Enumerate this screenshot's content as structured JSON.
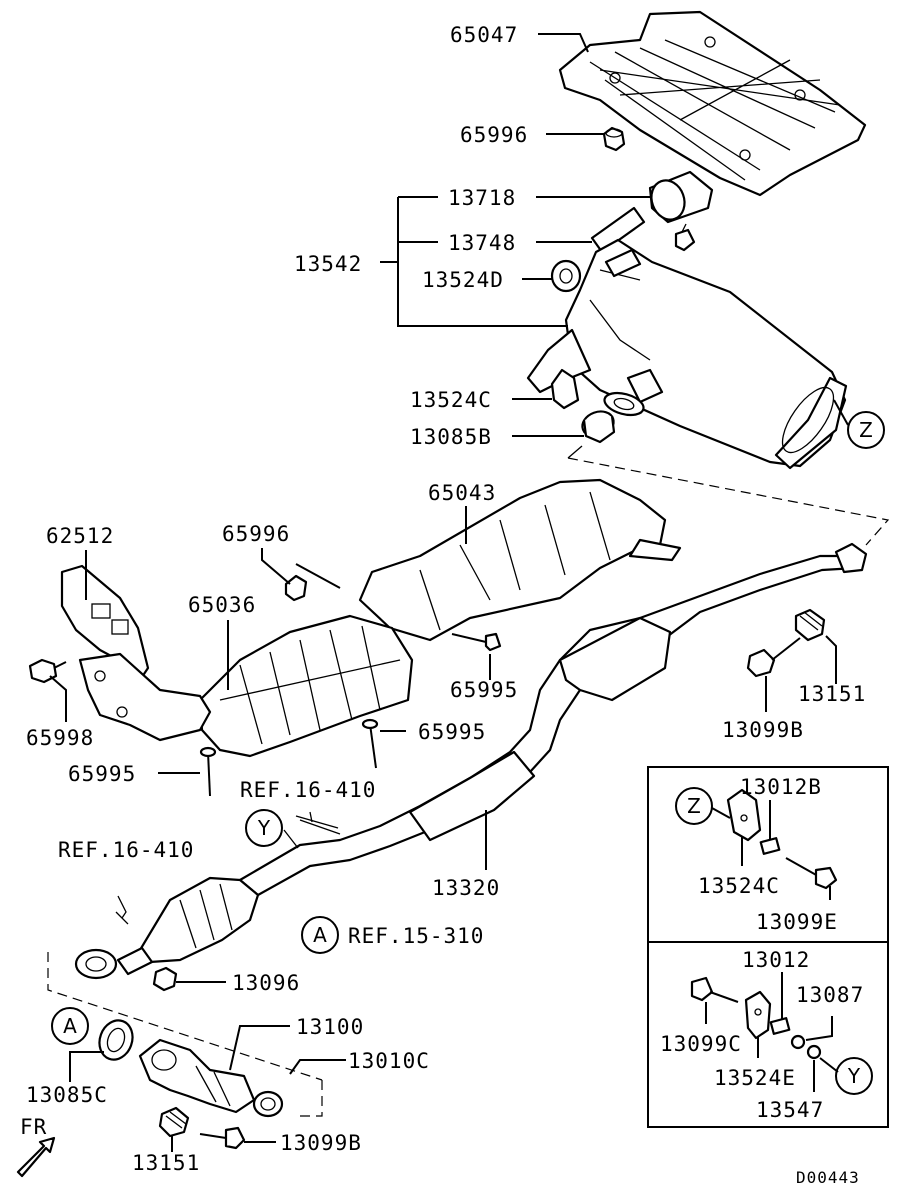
{
  "diagram_id": "D00443",
  "direction_label": "FR",
  "ref_labels": {
    "ref_16_410_top": "REF.16-410",
    "ref_16_410_left": "REF.16-410",
    "ref_15_310": "REF.15-310"
  },
  "circle_markers": {
    "z_main": "Z",
    "z_inset": "Z",
    "y_main": "Y",
    "y_inset": "Y",
    "a_main": "A",
    "a_bottom": "A"
  },
  "parts": {
    "p65047": "65047",
    "p65996_top": "65996",
    "p13718": "13718",
    "p13748": "13748",
    "p13542": "13542",
    "p13524D": "13524D",
    "p13524C_top": "13524C",
    "p13085B": "13085B",
    "p65043": "65043",
    "p62512": "62512",
    "p65996_mid": "65996",
    "p65036": "65036",
    "p65995_right": "65995",
    "p65998": "65998",
    "p65995_mid": "65995",
    "p65995_left": "65995",
    "p13099B_right": "13099B",
    "p13151_right": "13151",
    "p13320": "13320",
    "p13096": "13096",
    "p13100": "13100",
    "p13010C": "13010C",
    "p13085C": "13085C",
    "p13151_bottom": "13151",
    "p13099B_bottom": "13099B",
    "inset_13012B": "13012B",
    "inset_13524C": "13524C",
    "inset_13099E": "13099E",
    "inset_13012": "13012",
    "inset_13087": "13087",
    "inset_13099C": "13099C",
    "inset_13524E": "13524E",
    "inset_13547": "13547"
  }
}
